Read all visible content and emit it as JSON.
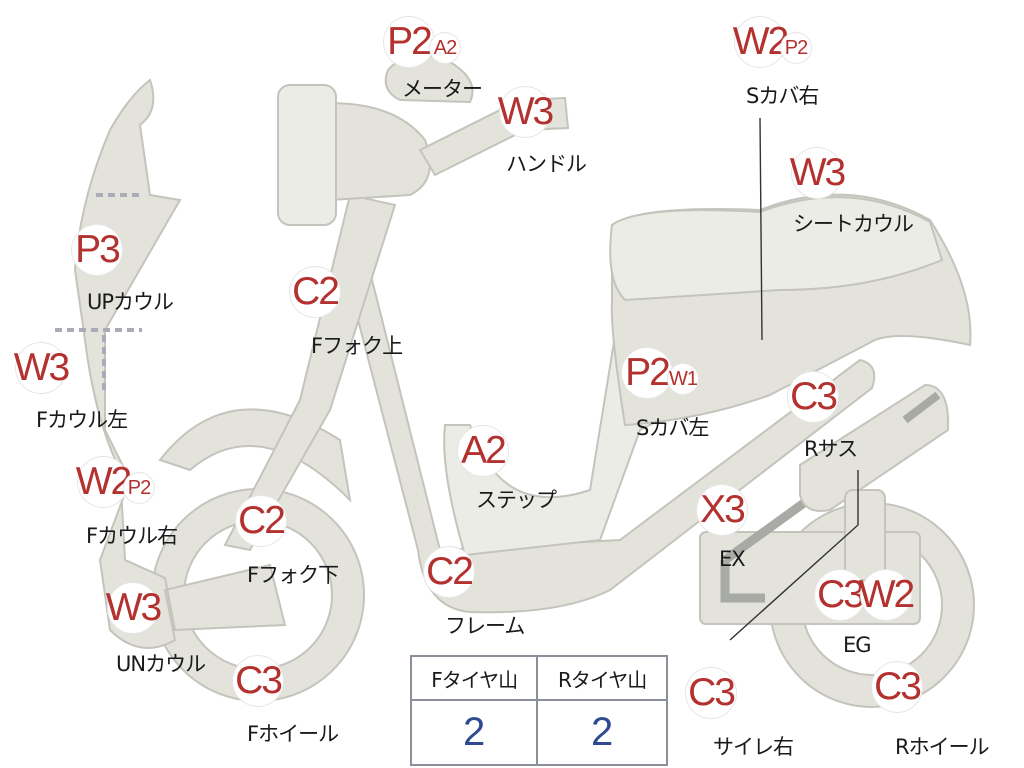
{
  "parts": {
    "meter": {
      "label": "メーター",
      "codes": [
        "P2",
        "A2"
      ]
    },
    "handle": {
      "label": "ハンドル",
      "codes": [
        "W3"
      ]
    },
    "s_cover_r": {
      "label": "Sカバ右",
      "codes": [
        "W2",
        "P2"
      ]
    },
    "seat_cowl": {
      "label": "シートカウル",
      "codes": [
        "W3"
      ]
    },
    "up_cowl": {
      "label": "UPカウル",
      "codes": [
        "P3"
      ]
    },
    "f_fork_up": {
      "label": "Fフォク上",
      "codes": [
        "C2"
      ]
    },
    "f_cowl_l": {
      "label": "Fカウル左",
      "codes": [
        "W3"
      ]
    },
    "s_cover_l": {
      "label": "Sカバ左",
      "codes": [
        "P2",
        "W1"
      ]
    },
    "r_sus": {
      "label": "Rサス",
      "codes": [
        "C3"
      ]
    },
    "step": {
      "label": "ステップ",
      "codes": [
        "A2"
      ]
    },
    "f_cowl_r": {
      "label": "Fカウル右",
      "codes": [
        "W2",
        "P2"
      ]
    },
    "f_fork_low": {
      "label": "Fフォク下",
      "codes": [
        "C2"
      ]
    },
    "ex": {
      "label": "EX",
      "codes": [
        "X3"
      ]
    },
    "frame": {
      "label": "フレーム",
      "codes": [
        "C2"
      ]
    },
    "eg": {
      "label": "EG",
      "codes": [
        "C3",
        "W2"
      ]
    },
    "un_cowl": {
      "label": "UNカウル",
      "codes": [
        "W3"
      ]
    },
    "f_wheel": {
      "label": "Fホイール",
      "codes": [
        "C3"
      ]
    },
    "silencer_r": {
      "label": "サイレ右",
      "codes": [
        "C3"
      ]
    },
    "r_wheel": {
      "label": "Rホイール",
      "codes": [
        "C3"
      ]
    }
  },
  "tire_table": {
    "headers": [
      "Fタイヤ山",
      "Rタイヤ山"
    ],
    "values": [
      "2",
      "2"
    ]
  },
  "colors": {
    "code_text": "#b3312e",
    "tire_value": "#2f4a8f",
    "part_fill": "#e3e3dc"
  }
}
